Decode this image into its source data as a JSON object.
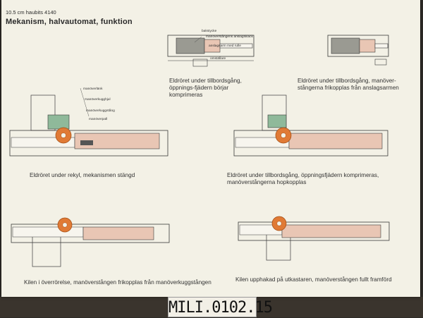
{
  "poster": {
    "subtitle": "10.5 cm haubits 4140",
    "title": "Mekanism, halvautomat, funktion"
  },
  "detail_labels": [
    "bakstycke",
    "manöverstångens anslagsklack",
    "anslagsarm med rulle",
    "omställare"
  ],
  "pivot_labels": [
    "manöverlänk",
    "manöverkugghjul",
    "manöverkuggstång",
    "manöverpall"
  ],
  "captions": {
    "top_mid": "Eldröret under tillbordsgång, öppnings-fjädern börjar komprimeras",
    "top_right": "Eldröret under tillbordsgång, manöver-stångerna frikopplas från anslagsarmen",
    "mid_left": "Eldröret under rekyl, mekanismen stängd",
    "mid_right": "Eldröret under tillbordsgång, öppningsfjädern komprimeras, manöverstångerna hopkopplas",
    "bot_left": "Kilen i överrörelse, manöverstången frikopplas från manöverkuggstången",
    "bot_right": "Kilen upphakad på utkastaren, manöverstången fullt framförd"
  },
  "inventory_label": "MILI.0102.15",
  "colors": {
    "gear": "#e07a35",
    "green": "#8fb99a",
    "pink": "#e9c6b4",
    "line": "#3a3a3a",
    "paper": "#f3f1e6"
  }
}
